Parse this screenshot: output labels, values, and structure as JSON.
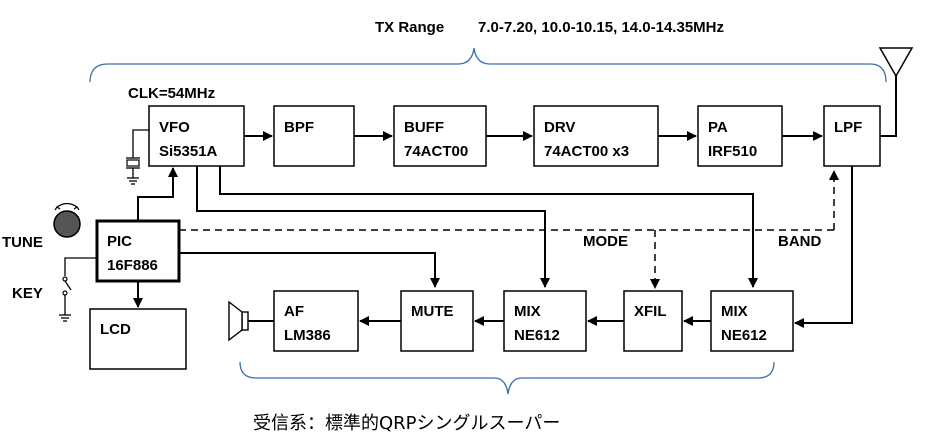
{
  "tx_range": {
    "label": "TX Range",
    "value": "7.0-7.20, 10.0-10.15, 14.0-14.35MHz"
  },
  "clock": "CLK=54MHz",
  "blocks": {
    "vfo": {
      "line1": "VFO",
      "line2": "Si5351A"
    },
    "bpf": {
      "line1": "BPF"
    },
    "buff": {
      "line1": "BUFF",
      "line2": "74ACT00"
    },
    "drv": {
      "line1": "DRV",
      "line2": "74ACT00 x3"
    },
    "pa": {
      "line1": "PA",
      "line2": "IRF510"
    },
    "lpf": {
      "line1": "LPF"
    },
    "pic": {
      "line1": "PIC",
      "line2": "16F886"
    },
    "lcd": {
      "line1": "LCD"
    },
    "af": {
      "line1": "AF",
      "line2": "LM386"
    },
    "mute": {
      "line1": "MUTE"
    },
    "mix1": {
      "line1": "MIX",
      "line2": "NE612"
    },
    "xfil": {
      "line1": "XFIL"
    },
    "mix2": {
      "line1": "MIX",
      "line2": "NE612"
    }
  },
  "labels": {
    "tune": "TUNE",
    "key": "KEY",
    "mode": "MODE",
    "band": "BAND"
  },
  "caption": "受信系：標準的QRPシングルスーパー"
}
